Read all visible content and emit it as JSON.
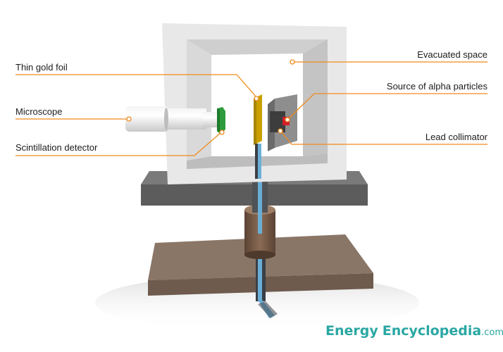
{
  "labels": {
    "thin_gold_foil": "Thin gold foil",
    "microscope": "Microscope",
    "scintillation_detector": "Scintillation detector",
    "evacuated_space": "Evacuated space",
    "source_of_alpha_particles": "Source of alpha particles",
    "lead_collimator": "Lead collimator"
  },
  "brand": {
    "word1": "Energy",
    "word2": "Encyclopedia",
    "suffix": ".com"
  },
  "colors": {
    "leader_line": "#f08a1c",
    "frame": "#e6e6e6",
    "base": "#5c5c5c",
    "table": "#8a7667",
    "gold": "#c9a000",
    "detector": "#2e9b3c",
    "source": "#d21e2a",
    "tube": "#6aaed6",
    "brand": "#2aa7a3"
  }
}
